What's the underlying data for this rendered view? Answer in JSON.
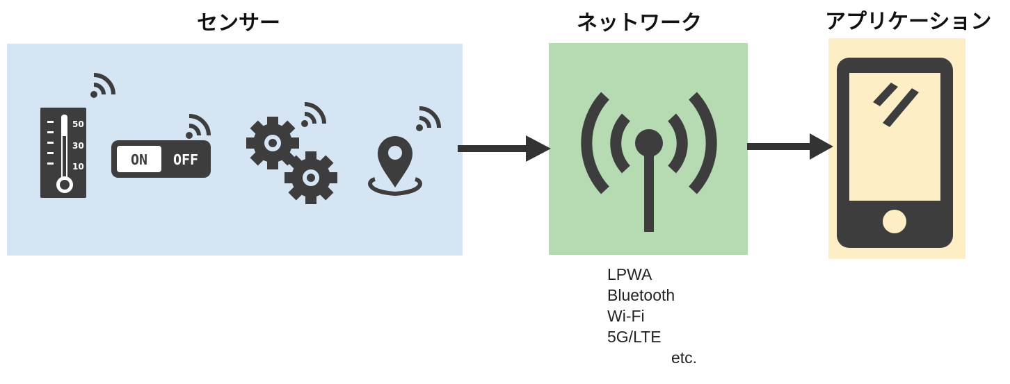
{
  "headings": {
    "sensor": "センサー",
    "network": "ネットワーク",
    "application": "アプリケーション"
  },
  "sensor_icons": {
    "thermometer_scale": [
      "50",
      "30",
      "10"
    ],
    "switch_on": "ON",
    "switch_off": "OFF"
  },
  "network_protocols": [
    "LPWA",
    "Bluetooth",
    "Wi-Fi",
    "5G/LTE",
    "etc."
  ],
  "colors": {
    "sensor_panel": "#d6e5f4",
    "network_panel": "#b6dbb3",
    "application_panel": "#fdeec5",
    "icon_dark": "#3d3d3d"
  },
  "icons": [
    "thermometer-icon",
    "on-off-switch-icon",
    "gears-icon",
    "location-pin-icon",
    "antenna-icon",
    "smartphone-icon",
    "wifi-signal-icon"
  ]
}
